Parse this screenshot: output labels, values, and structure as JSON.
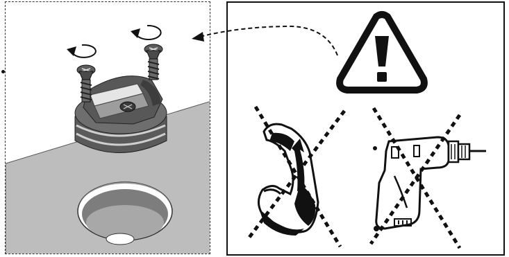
{
  "figure": {
    "left_panel": {
      "name": "assembly-step",
      "components": [
        "countertop-surface",
        "mounting-hole",
        "cam-fitting",
        "screw-left",
        "screw-right"
      ],
      "rotation_arrows": [
        "rotate-arrow-left-icon",
        "rotate-arrow-right-icon"
      ]
    },
    "right_panel": {
      "name": "caution-panel",
      "warning_icon": "warning-triangle-icon",
      "prohibited_items": [
        {
          "icon": "strong-arm-icon",
          "crossed_out": true
        },
        {
          "icon": "power-drill-icon",
          "crossed_out": true
        }
      ]
    },
    "colors": {
      "outline": "#111111",
      "surface": "#bdbdbd",
      "hole_shadow": "#8a8a8a",
      "part_dark": "#4a4a4a",
      "part_mid": "#7a7a7a"
    }
  }
}
